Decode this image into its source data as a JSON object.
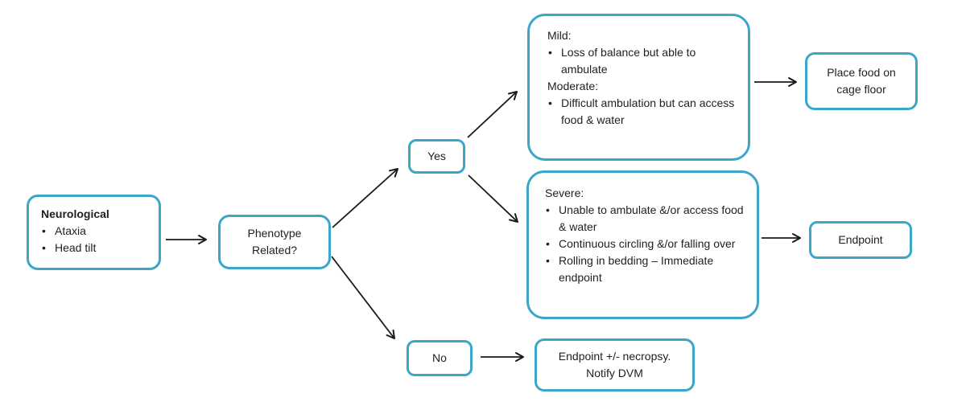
{
  "colors": {
    "accent": "#3BA7C8",
    "arrow": "#1A1A1A",
    "text": "#1F1F1F"
  },
  "nodes": {
    "neurological": {
      "title": "Neurological",
      "bullets": [
        "Ataxia",
        "Head tilt"
      ]
    },
    "phenotype": {
      "label": "Phenotype Related?"
    },
    "yes": {
      "label": "Yes"
    },
    "no": {
      "label": "No"
    },
    "mild_moderate": {
      "mild_heading": "Mild:",
      "mild_bullets": [
        "Loss of balance but able to ambulate"
      ],
      "moderate_heading": "Moderate:",
      "moderate_bullets": [
        "Difficult ambulation but can access food & water"
      ]
    },
    "severe": {
      "heading": "Severe:",
      "bullets": [
        "Unable to ambulate &/or access food & water",
        "Continuous circling &/or falling over",
        "Rolling in bedding – Immediate endpoint"
      ]
    },
    "place_food": {
      "label": "Place food on cage floor"
    },
    "endpoint": {
      "label": "Endpoint"
    },
    "endpoint_necropsy": {
      "label": "Endpoint +/- necropsy. Notify DVM"
    }
  }
}
